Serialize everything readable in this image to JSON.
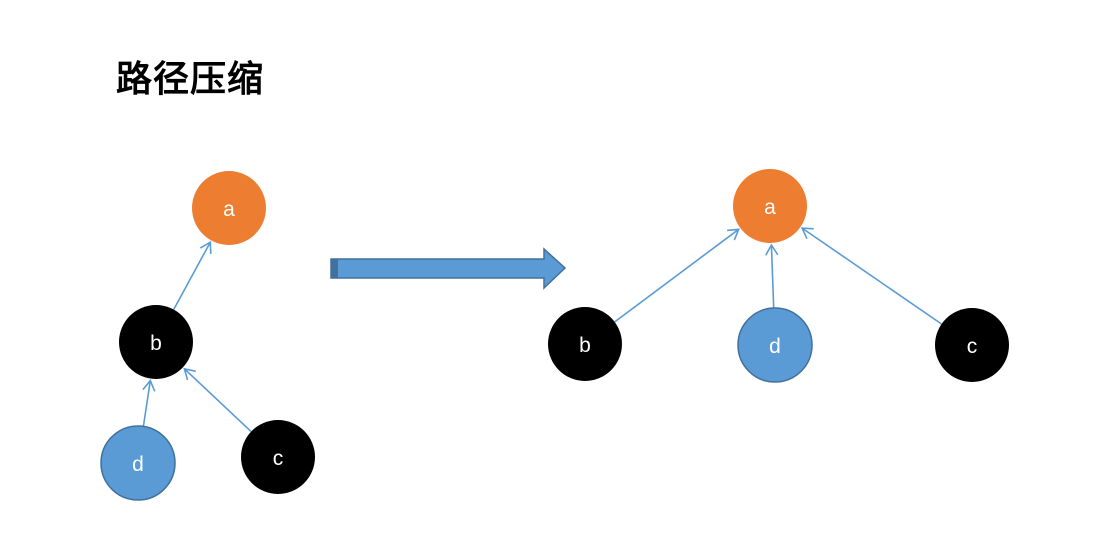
{
  "title": "路径压缩",
  "colors": {
    "orange": "#ED7D31",
    "blue": "#5B9BD5",
    "black": "#000000",
    "edge": "#5B9BD5",
    "transform_arrow": "#5B9BD5"
  },
  "before": {
    "nodes": {
      "a": {
        "label": "a",
        "color": "orange"
      },
      "b": {
        "label": "b",
        "color": "black"
      },
      "c": {
        "label": "c",
        "color": "black"
      },
      "d": {
        "label": "d",
        "color": "blue"
      }
    },
    "edges": [
      {
        "from": "b",
        "to": "a"
      },
      {
        "from": "d",
        "to": "b"
      },
      {
        "from": "c",
        "to": "b"
      }
    ]
  },
  "after": {
    "nodes": {
      "a": {
        "label": "a",
        "color": "orange"
      },
      "b": {
        "label": "b",
        "color": "black"
      },
      "c": {
        "label": "c",
        "color": "black"
      },
      "d": {
        "label": "d",
        "color": "blue"
      }
    },
    "edges": [
      {
        "from": "b",
        "to": "a"
      },
      {
        "from": "d",
        "to": "a"
      },
      {
        "from": "c",
        "to": "a"
      }
    ]
  }
}
